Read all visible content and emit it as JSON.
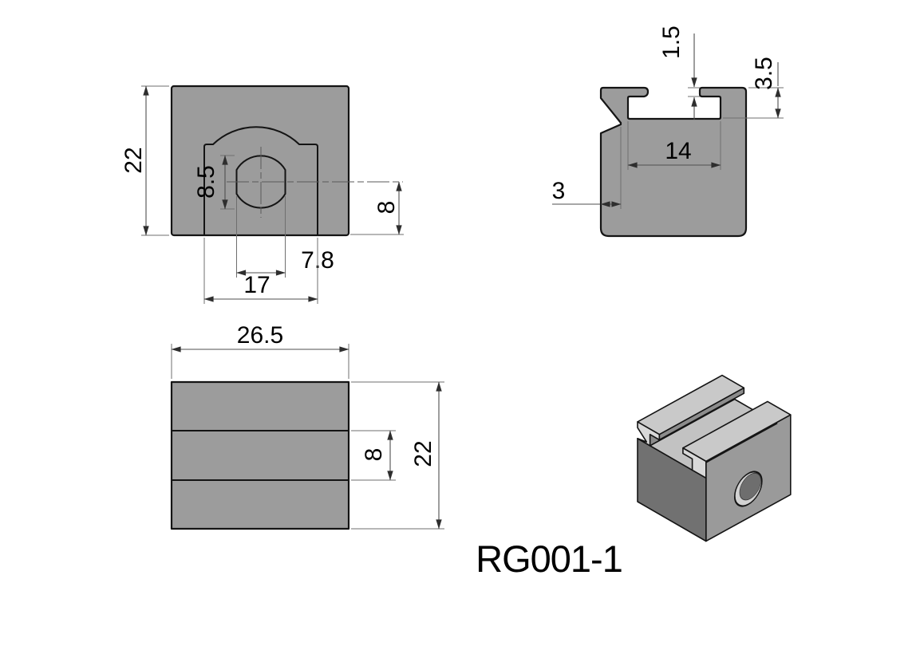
{
  "drawing": {
    "part_number": "RG001-1",
    "background_color": "#ffffff",
    "body_color": "#9c9c9c",
    "outline_color": "#141414",
    "dim_line_color": "#4f4f4f",
    "views": {
      "front_view": {
        "dim_height": "22",
        "dim_hole_height": "8.5",
        "dim_hole_center_to_bottom": "8",
        "dim_hole_width": "7.8",
        "dim_recess_width": "17"
      },
      "top_view": {
        "dim_length": "26.5",
        "dim_slot_width": "8",
        "dim_width": "22"
      },
      "side_section_view": {
        "dim_lip_thickness": "1.5",
        "dim_slot_depth": "3.5",
        "dim_channel_width": "14",
        "dim_wall_thickness": "3"
      },
      "isometric_view": {
        "iso_top_color": "#c9c9c9",
        "iso_side_color": "#9a9a9a",
        "iso_front_color": "#717171",
        "iso_cap_color": "#d8d8d8",
        "iso_floor_color": "#c2c2c2"
      }
    }
  }
}
